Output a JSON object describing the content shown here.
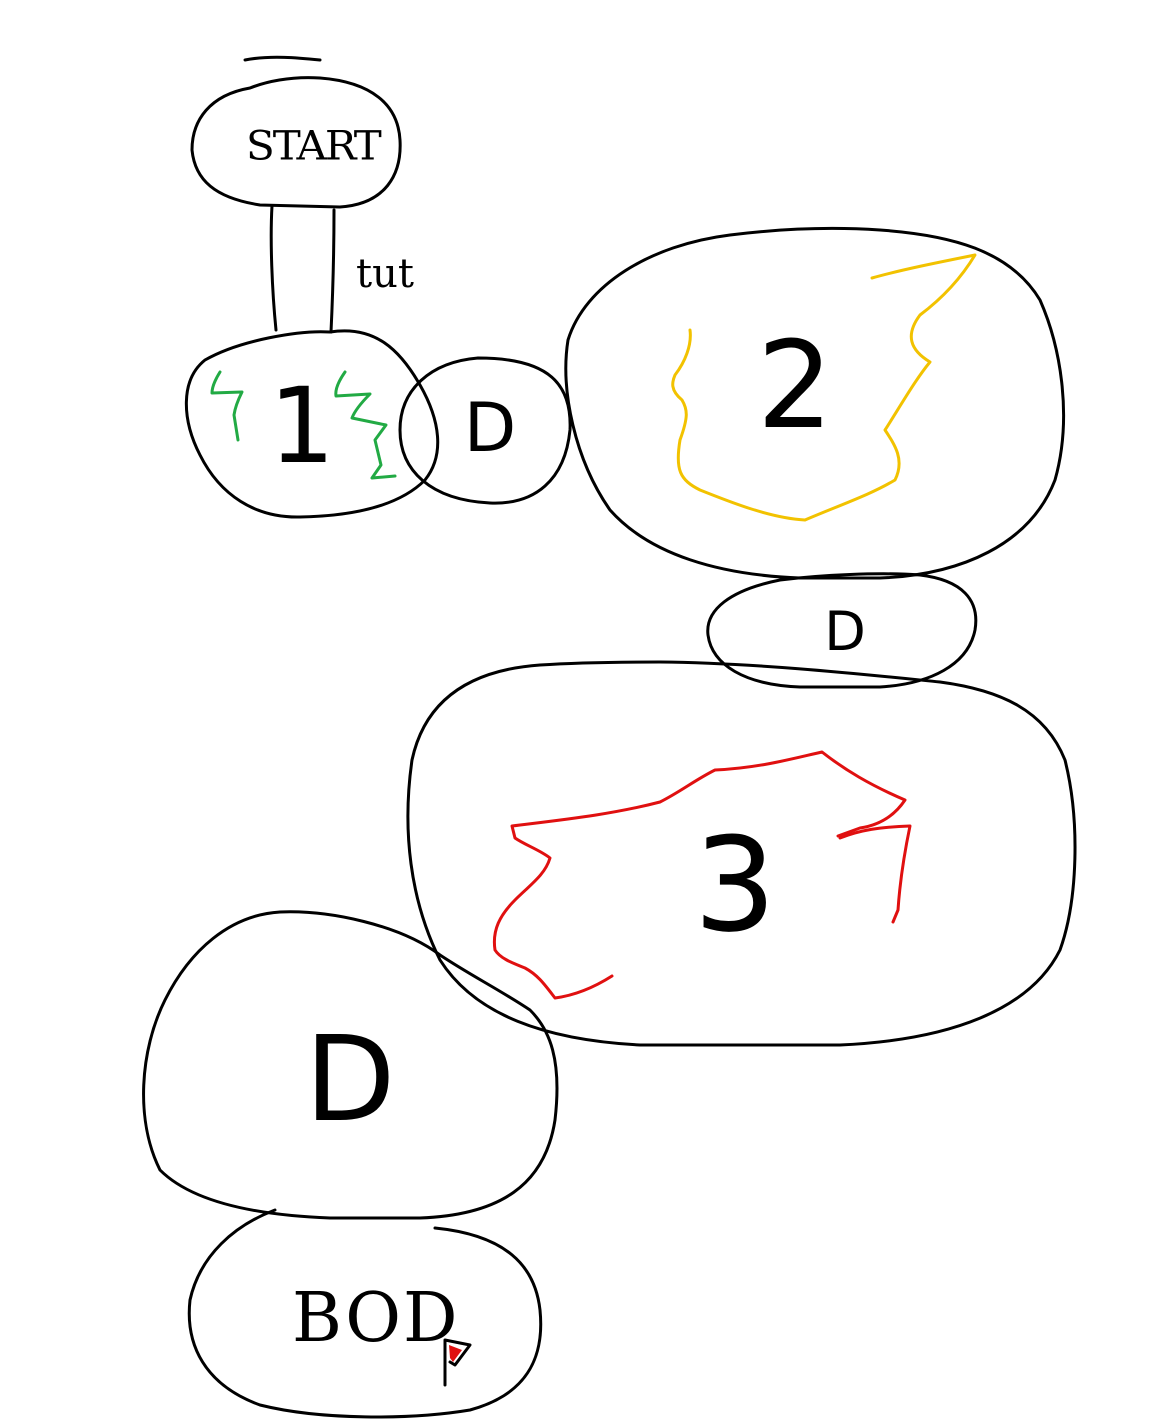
{
  "colors": {
    "ink": "#000000",
    "green_scribble": "#22aa44",
    "yellow_scribble": "#f2c200",
    "red_scribble": "#e01010",
    "background": "#ffffff"
  },
  "nodes": {
    "start": {
      "label": "START"
    },
    "tut": {
      "label": "tut"
    },
    "node1": {
      "label": "1"
    },
    "node1_door": {
      "label": "D"
    },
    "node2": {
      "label": "2"
    },
    "node2_door": {
      "label": "D"
    },
    "node3": {
      "label": "3"
    },
    "node3_door": {
      "label": "D"
    },
    "boss": {
      "label": "BOD"
    }
  }
}
